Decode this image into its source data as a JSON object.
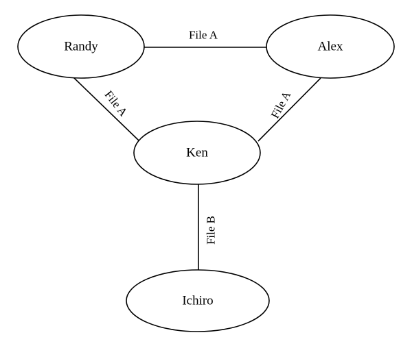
{
  "nodes": {
    "randy": "Randy",
    "alex": "Alex",
    "ken": "Ken",
    "ichiro": "Ichiro"
  },
  "edges": {
    "randy_alex": "File A",
    "randy_ken": "File A",
    "alex_ken": "File A",
    "ken_ichiro": "File B"
  }
}
